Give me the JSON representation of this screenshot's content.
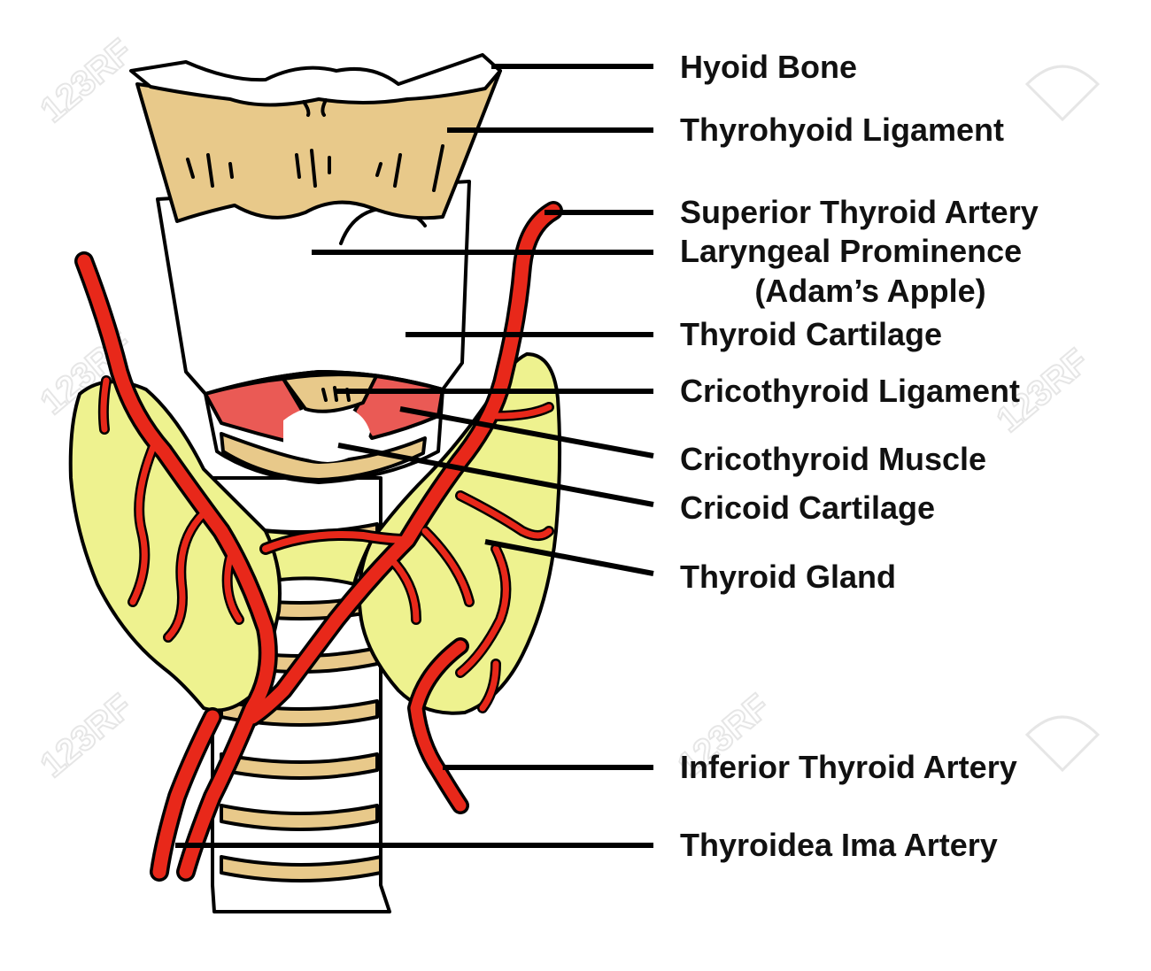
{
  "colors": {
    "cartilage": "#e8c98a",
    "gland": "#eef28f",
    "artery": "#e8281a",
    "muscle": "#ea5a55",
    "outline": "#000000",
    "text": "#111111"
  },
  "watermark_text": "123RF",
  "labels": {
    "hyoid_bone": "Hyoid Bone",
    "thyrohyoid_ligament": "Thyrohyoid Ligament",
    "superior_thyroid_artery": "Superior Thyroid Artery",
    "laryngeal_prominence": "Laryngeal Prominence",
    "adams_apple": "(Adam’s Apple)",
    "thyroid_cartilage": "Thyroid Cartilage",
    "cricothyroid_ligament": "Cricothyroid Ligament",
    "cricothyroid_muscle": "Cricothyroid Muscle",
    "cricoid_cartilage": "Cricoid Cartilage",
    "thyroid_gland": "Thyroid Gland",
    "inferior_thyroid_artery": "Inferior Thyroid Artery",
    "thyroidea_ima_artery": "Thyroidea Ima Artery"
  }
}
